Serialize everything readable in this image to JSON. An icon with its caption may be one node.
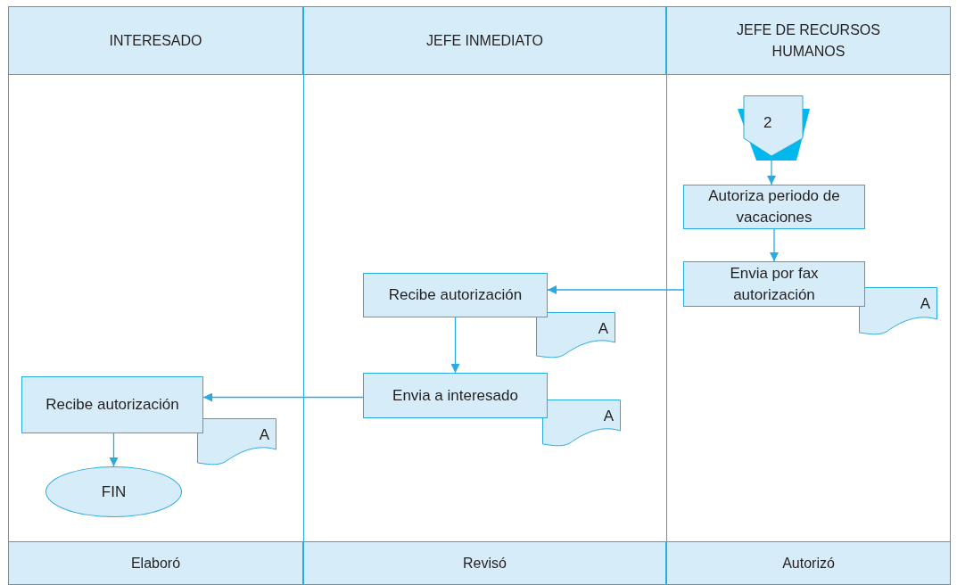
{
  "diagram": {
    "nodes": [
      {
        "text": [
          "INTERESADO"
        ]
      },
      {
        "text": [
          "JEFE INMEDIATO"
        ]
      },
      {
        "text": [
          "JEFE DE RECURSOS HUMANOS"
        ]
      },
      {
        "text": [
          "Elaboró"
        ]
      },
      {
        "text": [
          "Revisó"
        ]
      },
      {
        "text": [
          "Autorizó"
        ]
      },
      {
        "text": [
          "2"
        ]
      },
      {
        "text": [
          "Autoriza periodo de vacaciones"
        ]
      },
      {
        "text": [
          "Envia por fax autorización"
        ]
      },
      {
        "text": [
          "A"
        ]
      },
      {
        "text": [
          "Recibe autorización"
        ]
      },
      {
        "text": [
          "A"
        ]
      },
      {
        "text": [
          "Envia a interesado"
        ]
      },
      {
        "text": [
          "A"
        ]
      },
      {
        "text": [
          "Recibe autorización"
        ]
      },
      {
        "text": [
          "A"
        ]
      },
      {
        "text": [
          "FIN"
        ]
      }
    ],
    "edges": [
      {
        "from": 6,
        "to": 7,
        "arrow": "to"
      },
      {
        "from": 7,
        "to": 8,
        "arrow": "to"
      },
      {
        "from": 8,
        "to": 10,
        "arrow": "to"
      },
      {
        "from": 10,
        "to": 12,
        "arrow": "to"
      },
      {
        "from": 12,
        "to": 14,
        "arrow": "to"
      },
      {
        "from": 14,
        "to": 16,
        "arrow": "to"
      }
    ]
  }
}
